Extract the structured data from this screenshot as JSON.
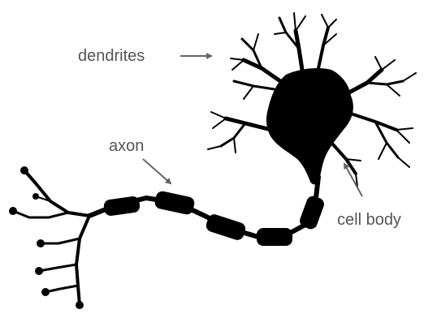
{
  "labels": {
    "dendrites": "dendrites",
    "axon": "axon",
    "cell_body": "cell body"
  },
  "colors": {
    "neuron": "#000000",
    "arrow": "#666666",
    "label_text": "#555555",
    "background": "#ffffff"
  }
}
